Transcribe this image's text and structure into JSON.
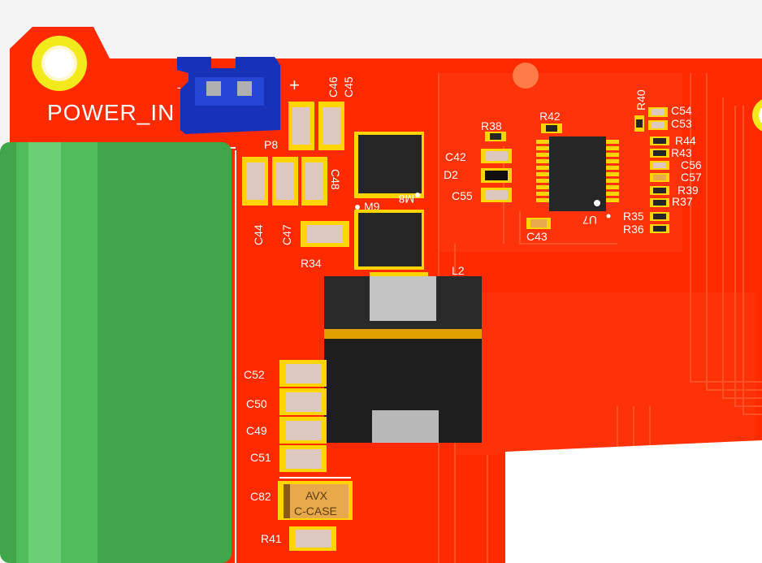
{
  "board": {
    "power_label": "POWER_IN",
    "connector_label": "P8",
    "polarity_plus": "+",
    "polarity_minus": "-",
    "colors": {
      "board": "#ff2a00",
      "copper": "#ff3d10",
      "silk": "#ffffff",
      "pad": "#ffd400",
      "capacitor_green": "#3fa64a",
      "connector_blue": "#1732b8",
      "ic_black": "#262626",
      "inductor_black": "#1e1e1e",
      "inductor_band": "#e0a100",
      "tantalum": "#e7a94a"
    }
  },
  "labels": {
    "c46": "C46",
    "c45": "C45",
    "c44": "C44",
    "c47": "C47",
    "c48": "C48",
    "r34": "R34",
    "m8": "M8",
    "m9": "M9",
    "l2": "L2",
    "r38": "R38",
    "r42": "R42",
    "c42": "C42",
    "d2": "D2",
    "c55": "C55",
    "c43": "C43",
    "u7": "U7",
    "r40": "R40",
    "c54": "C54",
    "c53": "C53",
    "r44": "R44",
    "r43": "R43",
    "c56": "C56",
    "c57": "C57",
    "r39": "R39",
    "r37": "R37",
    "r35": "R35",
    "r36": "R36",
    "c52": "C52",
    "c50": "C50",
    "c49": "C49",
    "c51": "C51",
    "c82": "C82",
    "r41": "R41"
  },
  "tantalum": {
    "line1": "AVX",
    "line2": "C-CASE"
  }
}
